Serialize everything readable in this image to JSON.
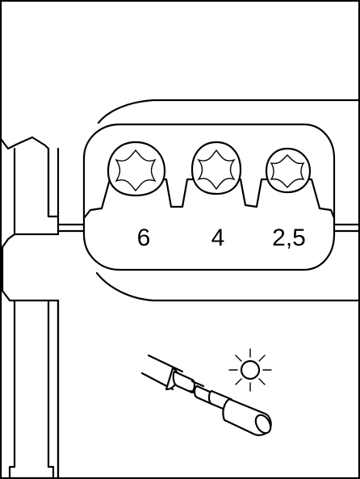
{
  "die_labels": [
    "6",
    "4",
    "2,5"
  ],
  "colors": {
    "line": "#000000",
    "background": "#ffffff"
  },
  "icons": [
    "sun-icon",
    "cable-icon",
    "contact-pin-icon"
  ]
}
